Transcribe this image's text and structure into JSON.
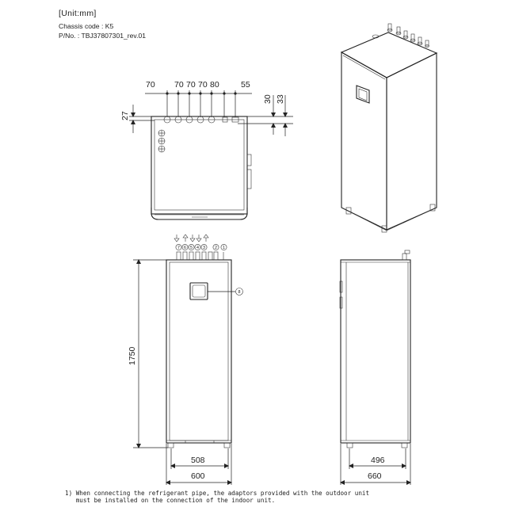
{
  "header": {
    "unit": "[Unit:mm]",
    "chassis": "Chassis code : K5",
    "part_no": "P/No. : TBJ37807301_rev.01"
  },
  "top_view": {
    "pipe_spacing": [
      "70",
      "70",
      "70",
      "70",
      "80",
      "55"
    ],
    "right_dims": [
      "30",
      "33"
    ],
    "left_dim": "27"
  },
  "front_view": {
    "height": "1750",
    "inner_width": "508",
    "width": "600",
    "connection_labels": [
      "7",
      "6",
      "5",
      "4",
      "3",
      "2",
      "1"
    ],
    "panel_label": "8"
  },
  "side_view": {
    "inner_depth": "496",
    "depth": "660"
  },
  "footnote": "1) When connecting the refrigerant pipe, the adaptors provided with the outdoor unit\n   must be installed on the connection of the indoor unit."
}
